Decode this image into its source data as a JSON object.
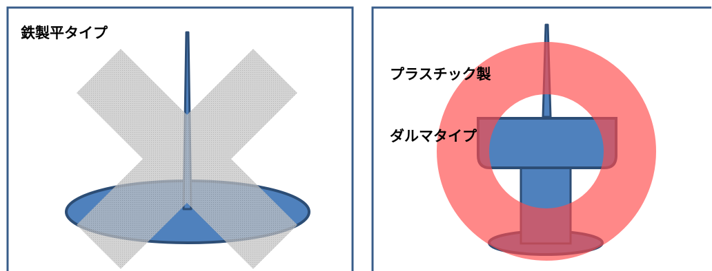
{
  "left_panel": {
    "label": "鉄製平タイプ",
    "marker": "cross-mark",
    "marker_color": "#bfbfbf"
  },
  "right_panel": {
    "label_line1": "プラスチック製",
    "label_line2": "ダルマタイプ",
    "marker": "circle-mark",
    "marker_color": "#ff6666"
  },
  "colors": {
    "frame": "#385d8a",
    "pin_body": "#4f81bd",
    "pin_outline": "#2c4d75"
  }
}
